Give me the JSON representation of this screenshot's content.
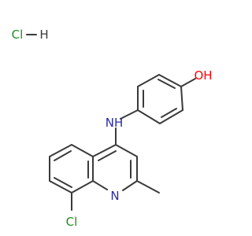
{
  "molecule": {
    "salt_label": "HCl—H",
    "salt_parts": {
      "cl": "Cl",
      "dash": "—",
      "h": "H"
    },
    "atoms": {
      "hydroxyl": "OH",
      "amine": "NH",
      "ring_nitrogen": "N",
      "chloro": "Cl"
    },
    "colors": {
      "bond": "#3a3a3a",
      "heteroatom_oxygen": "#ff0000",
      "heteroatom_nitrogen": "#2a2aa8",
      "heteroatom_chlorine": "#228b22",
      "text_default": "#3a3a3a"
    }
  }
}
